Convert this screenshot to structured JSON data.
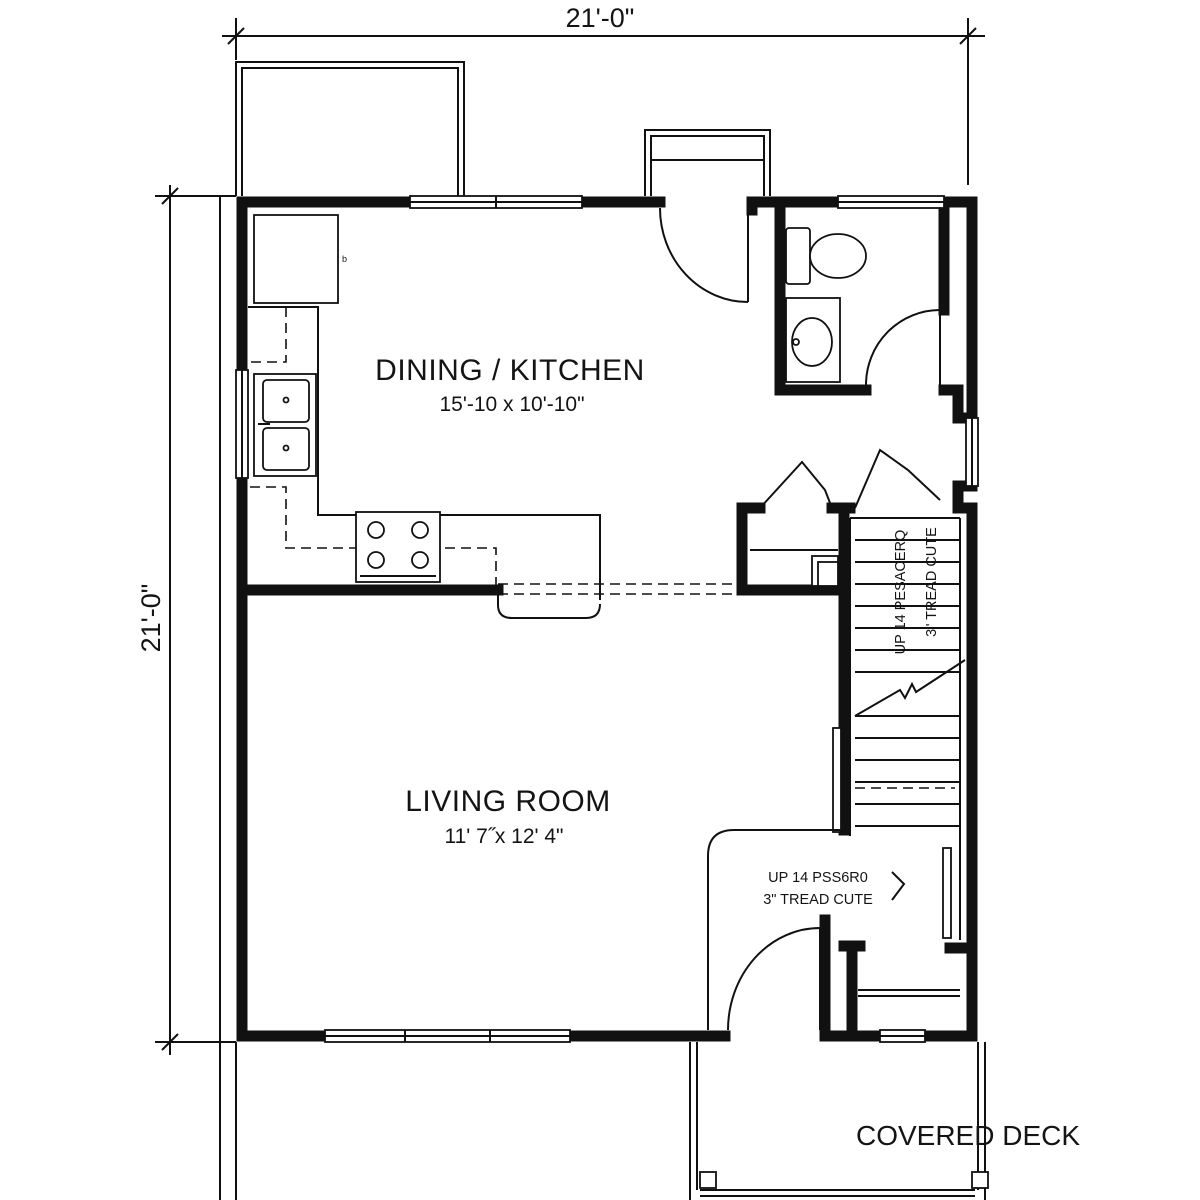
{
  "dimensions": {
    "width": "21'-0\"",
    "height": "21'-0\""
  },
  "rooms": {
    "dining_kitchen": {
      "name": "DINING / KITCHEN",
      "size": "15'-10 x 10'-10\""
    },
    "living_room": {
      "name": "LIVING ROOM",
      "size": "11' 7˝x 12' 4\""
    }
  },
  "stairs": {
    "upper_line1": "UP 14 PESACERQ",
    "upper_line2": "3\" TREAD CUTE",
    "lower_line1": "UP 14 PSS6R0",
    "lower_line2": "3\" TREAD CUTE"
  },
  "deck": {
    "label": "COVERED DECK"
  },
  "colors": {
    "line": "#111111",
    "background": "#ffffff"
  }
}
